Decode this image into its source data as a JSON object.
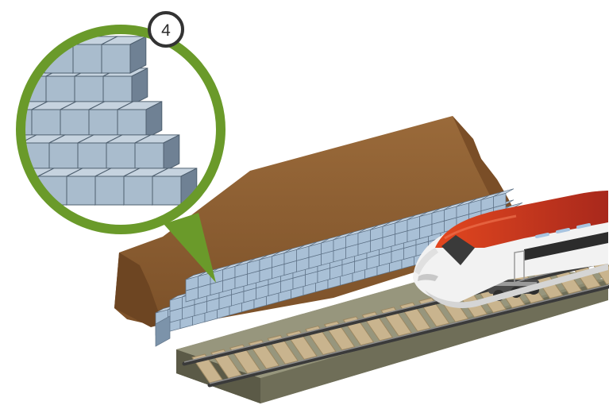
{
  "callout": {
    "number_label": "4",
    "ring_color": "#6a9a2a",
    "badge_border_color": "#333333",
    "icon": "stacked-concrete-block-detail"
  },
  "scene": {
    "earth_color": "#8f6236",
    "block_color": "#a9c0d6",
    "ballast_color": "#8a8970",
    "train_color": "#c8321e",
    "icons": [
      "earth-embankment",
      "block-retaining-wall",
      "railway-track",
      "high-speed-train"
    ]
  }
}
